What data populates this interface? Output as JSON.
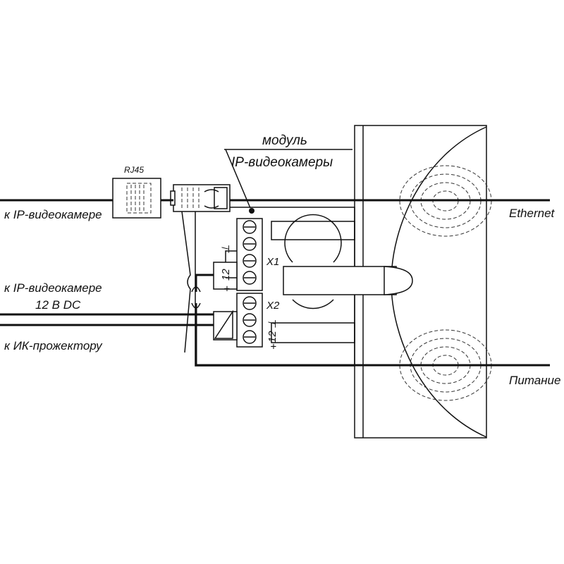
{
  "labels": {
    "module_line1": "модуль",
    "module_line2": "IP-видеокамеры",
    "rj45": "RJ45",
    "to_camera_ethernet": "к IP-видеокамере",
    "to_camera_power_line1": "к IP-видеокамере",
    "to_camera_power_line2": "12 В DC",
    "to_ir": "к ИК-прожектору",
    "ethernet": "Ethernet",
    "power": "Питание"
  },
  "terminals": {
    "x1": {
      "name": "X1",
      "plus": "+",
      "value": "12",
      "ground": "⊥"
    },
    "x2": {
      "name": "X2",
      "plus": "+",
      "value": "12",
      "ground": "⊥"
    }
  }
}
